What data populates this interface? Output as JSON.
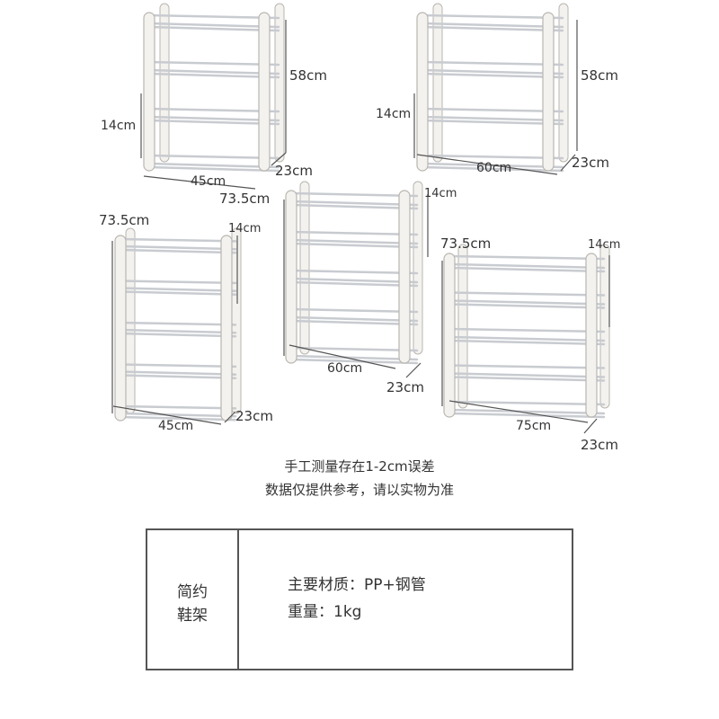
{
  "racks": [
    {
      "id": "rack-4-45",
      "height": "58cm",
      "shelf_gap": "14cm",
      "width": "45cm",
      "depth": "23cm",
      "tiers": 4
    },
    {
      "id": "rack-4-60",
      "height": "58cm",
      "shelf_gap": "14cm",
      "width": "60cm",
      "depth": "23cm",
      "tiers": 4
    },
    {
      "id": "rack-5-45",
      "height": "73.5cm",
      "shelf_gap": "14cm",
      "width": "45cm",
      "depth": "23cm",
      "tiers": 5
    },
    {
      "id": "rack-5-60",
      "height": "73.5cm",
      "shelf_gap": "14cm",
      "width": "60cm",
      "depth": "23cm",
      "tiers": 5
    },
    {
      "id": "rack-5-75",
      "height": "73.5cm",
      "shelf_gap": "14cm",
      "width": "75cm",
      "depth": "23cm",
      "tiers": 5
    }
  ],
  "notes": {
    "line1": "手工测量存在1-2cm误差",
    "line2": "数据仅提供参考，请以实物为准"
  },
  "spec": {
    "title_line1": "简约",
    "title_line2": "鞋架",
    "material": "主要材质：PP+钢管",
    "weight": "重量：1kg"
  },
  "colors": {
    "frame": "#f4f2ee",
    "frame_outline": "#b9b6b0",
    "tube": "#c8cbd0",
    "dimension_line": "#555555",
    "text": "#333333"
  }
}
